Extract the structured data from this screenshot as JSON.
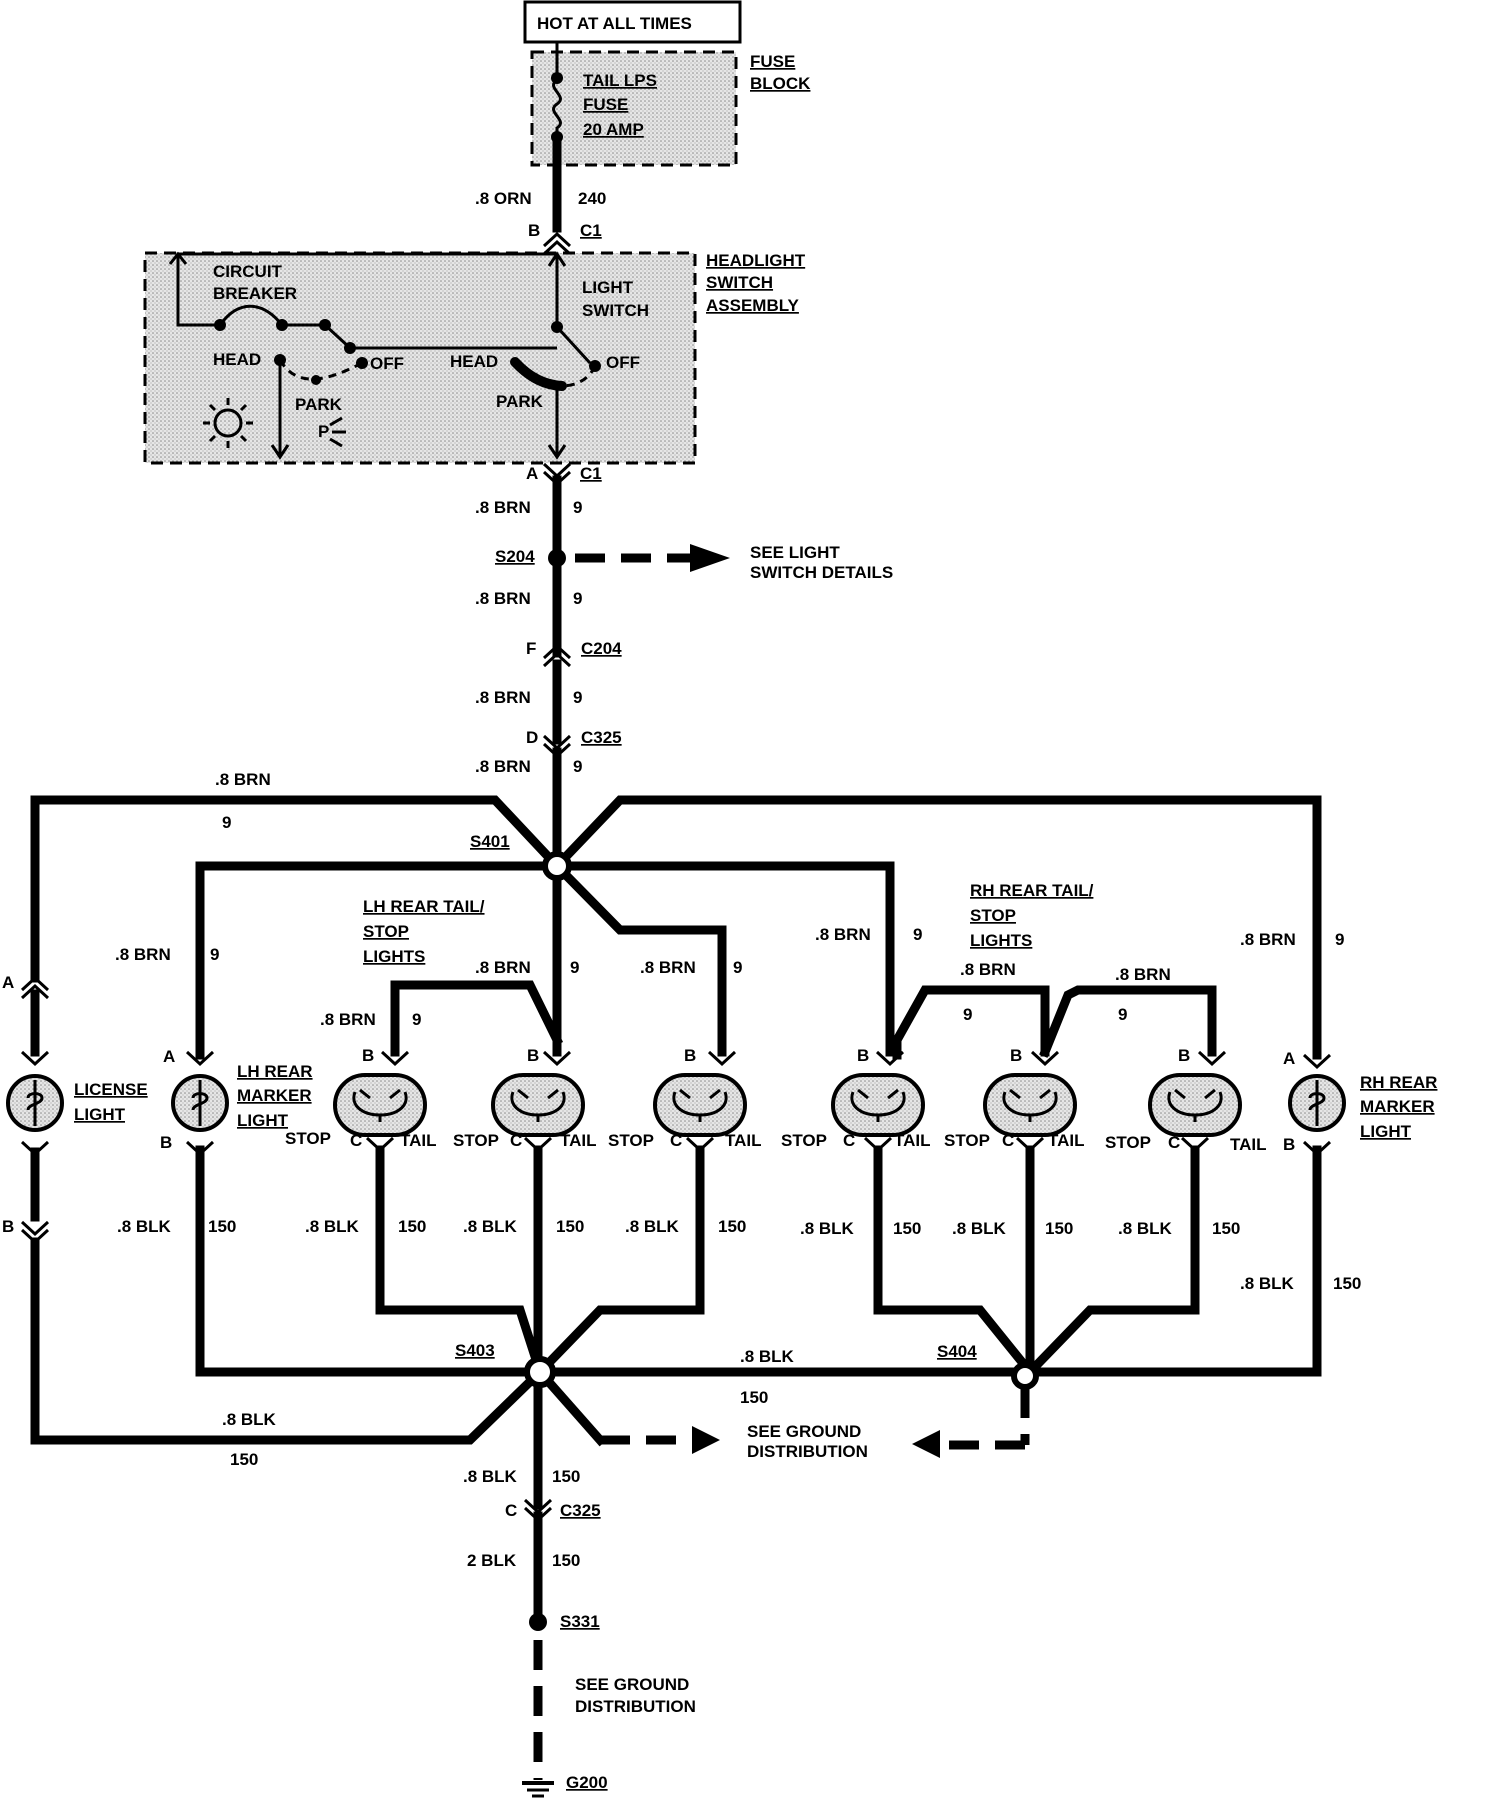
{
  "header": {
    "hot_label": "HOT AT ALL TIMES"
  },
  "fuse": {
    "block_label_1": "FUSE",
    "block_label_2": "BLOCK",
    "name_1": "TAIL LPS",
    "name_2": "FUSE",
    "rating": "20 AMP"
  },
  "feed_wire": {
    "size_color": ".8 ORN",
    "circuit": "240",
    "pin": "B",
    "connector": "C1"
  },
  "headlight_switch": {
    "assembly_1": "HEADLIGHT",
    "assembly_2": "SWITCH",
    "assembly_3": "ASSEMBLY",
    "breaker_1": "CIRCUIT",
    "breaker_2": "BREAKER",
    "light_switch_1": "LIGHT",
    "light_switch_2": "SWITCH",
    "head": "HEAD",
    "off": "OFF",
    "park": "PARK",
    "park_symbol": "P"
  },
  "out_wire": {
    "pin": "A",
    "connector": "C1",
    "size_color": ".8 BRN",
    "circuit": "9"
  },
  "splice_s204": {
    "name": "S204",
    "ref_1": "SEE LIGHT",
    "ref_2": "SWITCH DETAILS"
  },
  "brn_wire": {
    "size_color": ".8 BRN",
    "circuit": "9"
  },
  "c204": {
    "pin": "F",
    "connector": "C204"
  },
  "c325_upper": {
    "pin": "D",
    "connector": "C325"
  },
  "s401": {
    "name": "S401"
  },
  "lh_tail_stop": {
    "line_1": "LH REAR TAIL/",
    "line_2": "STOP",
    "line_3": "LIGHTS"
  },
  "rh_tail_stop": {
    "line_1": "RH REAR TAIL/",
    "line_2": "STOP",
    "line_3": "LIGHTS"
  },
  "license_light": {
    "line_1": "LICENSE",
    "line_2": "LIGHT",
    "pin_top": "A",
    "pin_bottom": "B"
  },
  "lh_marker": {
    "line_1": "LH REAR",
    "line_2": "MARKER",
    "line_3": "LIGHT",
    "pin_top": "A",
    "pin_bottom": "B"
  },
  "rh_marker": {
    "line_1": "RH REAR",
    "line_2": "MARKER",
    "line_3": "LIGHT",
    "pin_top": "A",
    "pin_bottom": "B"
  },
  "lamp_pins": {
    "b": "B",
    "c": "C",
    "stop": "STOP",
    "tail": "TAIL"
  },
  "blk_wire": {
    "size_color": ".8 BLK",
    "circuit": "150"
  },
  "s403": {
    "name": "S403"
  },
  "s404": {
    "name": "S404"
  },
  "ground_ref": {
    "line_1": "SEE GROUND",
    "line_2": "DISTRIBUTION"
  },
  "c325_lower": {
    "pin": "C",
    "connector": "C325"
  },
  "main_ground_wire": {
    "size_color": "2 BLK",
    "circuit": "150"
  },
  "s331": {
    "name": "S331"
  },
  "g200": {
    "name": "G200"
  }
}
